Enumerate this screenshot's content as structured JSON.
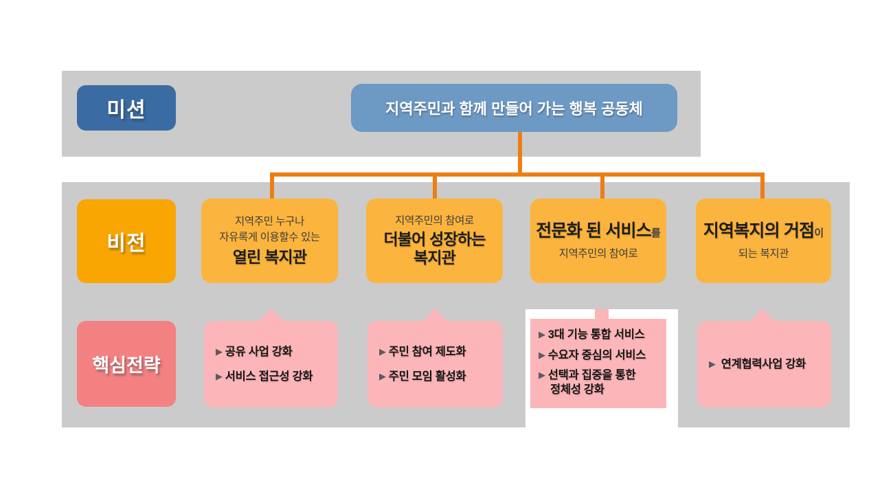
{
  "colors": {
    "band": "#cbcbcb",
    "mission_label_bg": "#3a6ba3",
    "mission_box_bg": "#6d99c5",
    "vision_label_bg": "#f9a602",
    "vision_box_bg": "#fbb43d",
    "strategy_label_bg": "#f48182",
    "strategy_box_bg": "#fcb5b8",
    "connector": "#ee7d14"
  },
  "mission": {
    "label": "미션",
    "statement": "지역주민과 함께 만들어 가는 행복 공동체"
  },
  "vision": {
    "label": "비전",
    "boxes": [
      {
        "small1": "지역주민 누구나",
        "small2": "자유록게 이용할수 있는",
        "big": "열린 복지관"
      },
      {
        "small1": "지역주민의 참여로",
        "big": "더불어 성장하는",
        "big2": "복지관"
      },
      {
        "big": "전문화 된 서비스",
        "suffix": "를",
        "small1": "지역주민의 참여로"
      },
      {
        "big": "지역복지의 거점",
        "suffix": "이",
        "small1": "되는 복지관"
      }
    ]
  },
  "strategy": {
    "label": "핵심전략",
    "bullet": "▶",
    "boxes": [
      {
        "items": [
          "공유 사업 강화",
          "서비스 접근성 강화"
        ]
      },
      {
        "items": [
          "주민 참여 제도화",
          "주민 모임 활성화"
        ]
      },
      {
        "items": [
          "3대 기능 통합 서비스",
          "수요자 중심의 서비스",
          "선택과 집중을 통한"
        ],
        "item3_line2": "정체성 강화"
      },
      {
        "items": [
          "연계협력사업 강화"
        ]
      }
    ]
  }
}
